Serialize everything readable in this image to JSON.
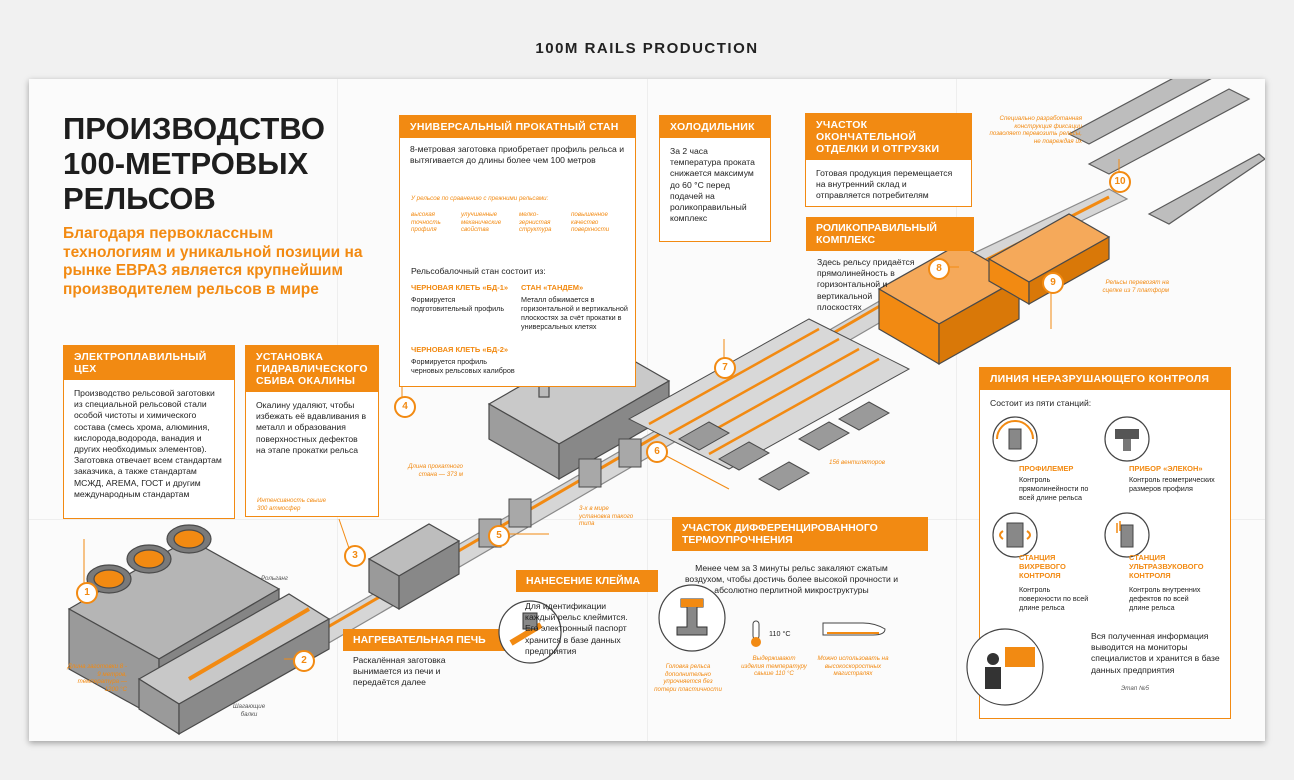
{
  "page_header": "100M RAILS PRODUCTION",
  "title": "ПРОИЗВОДСТВО 100-МЕТРОВЫХ РЕЛЬСОВ",
  "subtitle": "Благодаря первоклассным технологиям и уникальной позиции на рынке ЕВРАЗ является крупнейшим производителем рельсов в мире",
  "colors": {
    "accent": "#f28a12",
    "machine": "#8f8f8f",
    "machine_dark": "#5a5a5a",
    "background": "#fbfbfb"
  },
  "markers": [
    "1",
    "2",
    "3",
    "4",
    "5",
    "6",
    "7",
    "8",
    "9",
    "10"
  ],
  "sections": {
    "electric_furnace": {
      "title": "ЭЛЕКТРОПЛАВИЛЬНЫЙ ЦЕХ",
      "text": "Производство рельсовой заготовки из специальной рельсовой стали особой чистоты и химического состава (смесь хрома, алюминия, кислорода,водорода, ванадия и других необходимых элементов). Заготовка отвечает всем стандартам заказчика, а также стандартам МСЖД, AREMA, ГОСТ и другим международным стандартам"
    },
    "descaling": {
      "title": "УСТАНОВКА ГИДРАВЛИЧЕСКОГО СБИВА ОКАЛИНЫ",
      "text": "Окалину удаляют, чтобы избежать её вдавливания в металл и образования поверхностных дефектов на этапе прокатки рельса",
      "note": "Интенсивность свыше 300 атмосфер"
    },
    "heating_furnace": {
      "title": "НАГРЕВАТЕЛЬНАЯ ПЕЧЬ",
      "text": "Раскалённая заготовка вынимается из печи и передаётся далее"
    },
    "universal_mill": {
      "title": "УНИВЕРСАЛЬНЫЙ ПРОКАТНЫЙ СТАН",
      "text": "8-метровая заготовка приобретает профиль рельса и вытягивается до длины более чем 100 метров",
      "improvements_label": "У рельсов по сравнению с прежними рельсами:",
      "improvements": [
        "высокая точность профиля",
        "улучшенные механические свойства",
        "мелко-зернистая структура",
        "повышенное качество поверхности"
      ],
      "consists_label": "Рельсобалочный стан состоит из:",
      "bd1_label": "ЧЕРНОВАЯ КЛЕТЬ «БД-1»",
      "bd1_text": "Формируется подготовительный профиль",
      "bd2_label": "ЧЕРНОВАЯ КЛЕТЬ «БД-2»",
      "bd2_text": "Формируется профиль черновых рельсовых калибров",
      "tandem_label": "СТАН «ТАНДЕМ»",
      "tandem_text": "Металл обжимается в горизонтальной и вертикальной плоскостях за счёт прокатки в универсальных клетях"
    },
    "cooler": {
      "title": "ХОЛОДИЛЬНИК",
      "text": "За 2 часа температура проката снижается максимум до 60 °С перед подачей на роликоправильный комплекс",
      "note": "156 вентиляторов"
    },
    "finishing": {
      "title": "УЧАСТОК ОКОНЧАТЕЛЬНОЙ ОТДЕЛКИ И ОТГРУЗКИ",
      "text": "Готовая продукция перемещается на внутренний склад и отправляется потребителям",
      "note_top": "Специально разработанная конструкция фиксации позволяет перевозить рельсы, не повреждая их",
      "note_bottom": "Рельсы перевозят на сцепке из 7 платформ"
    },
    "straightening": {
      "title": "РОЛИКОПРАВИЛЬНЫЙ КОМПЛЕКС",
      "text": "Здесь рельсу придаётся прямолинейность в горизонтальной и вертикальной плоскостях"
    },
    "ndt": {
      "title": "ЛИНИЯ НЕРАЗРУШАЮЩЕГО КОНТРОЛЯ",
      "intro": "Состоит из пяти станций:",
      "stations": [
        {
          "label": "ПРОФИЛЕМЕР",
          "text": "Контроль прямолинейности по всей длине рельса"
        },
        {
          "label": "ПРИБОР «ЭЛЕКОН»",
          "text": "Контроль геометрических размеров профиля"
        },
        {
          "label": "СТАНЦИЯ ВИХРЕВОГО КОНТРОЛЯ",
          "text": "Контроль поверхности по всей длине рельса"
        },
        {
          "label": "СТАНЦИЯ УЛЬТРАЗВУКОВОГО КОНТРОЛЯ",
          "text": "Контроль внутренних дефектов по всей длине рельса"
        }
      ],
      "monitor_text": "Вся полученная информация выводится на мониторы специалистов и хранится в базе данных предприятия",
      "stage_note": "Этап №5"
    },
    "hardening": {
      "title": "УЧАСТОК ДИФФЕРЕНЦИРОВАННОГО ТЕРМОУПРОЧНЕНИЯ",
      "text": "Менее чем за 3 минуты рельс закаляют сжатым воздухом, чтобы достичь более высокой прочности и абсолютно перлитной микроструктуры",
      "temp_label": "110 °С",
      "note_head": "Головка рельса дополнительно упрочняется без потери пластичности",
      "note_temp": "Выдерживают изделия температуру свыше 110 °С",
      "note_train": "Можно использовать на высокоскоростных магистралях"
    },
    "stamping": {
      "title": "НАНЕСЕНИЕ КЛЕЙМА",
      "text": "Для идентификации каждый рельс клеймится. Его электронный паспорт хранится в базе данных предприятия"
    }
  },
  "notes": {
    "billet": "Длина заготовки 8 - 9 метров, температура — 1200 °С",
    "walking_beams": "Шагающие балки",
    "rollgang": "Рольганг",
    "rolled_length": "Длина прокатного стана — 373 м",
    "three_in_one": "3-х в мире установка такого типа"
  }
}
